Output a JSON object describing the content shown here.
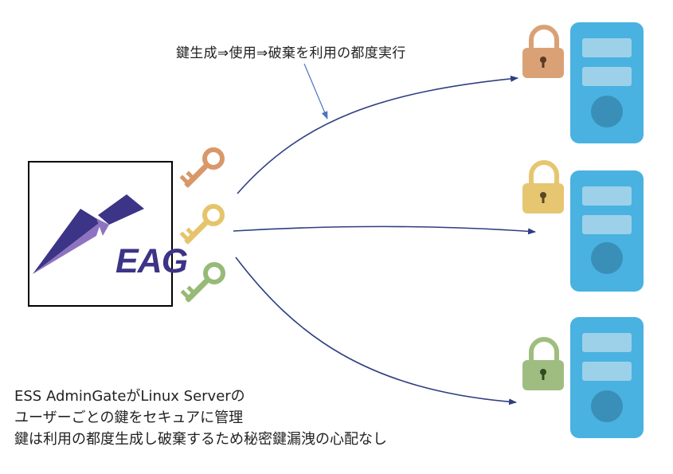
{
  "annotation": "鍵生成⇒使用⇒破棄を利用の都度実行",
  "logo": {
    "text": "EAG",
    "colors": {
      "dark": "#3c3486",
      "light": "#8d73c0"
    }
  },
  "keys": [
    {
      "name": "key-orange",
      "color": "#d9986a"
    },
    {
      "name": "key-yellow",
      "color": "#e6c46b"
    },
    {
      "name": "key-green",
      "color": "#97ba77"
    }
  ],
  "servers": [
    {
      "name": "server-1",
      "lock_color": "#dba176"
    },
    {
      "name": "server-2",
      "lock_color": "#e6c670"
    },
    {
      "name": "server-3",
      "lock_color": "#9fbd80"
    }
  ],
  "colors": {
    "server_body": "#49b2e0",
    "server_slot": "#9dd1ea",
    "server_disk": "#3a8fb8",
    "arrow": "#2e3f80",
    "pointer": "#4a74c0"
  },
  "caption": {
    "line1": "ESS AdminGateがLinux Serverの",
    "line2": "ユーザーごとの鍵をセキュアに管理",
    "line3": "鍵は利用の都度生成し破棄するため秘密鍵漏洩の心配なし"
  }
}
